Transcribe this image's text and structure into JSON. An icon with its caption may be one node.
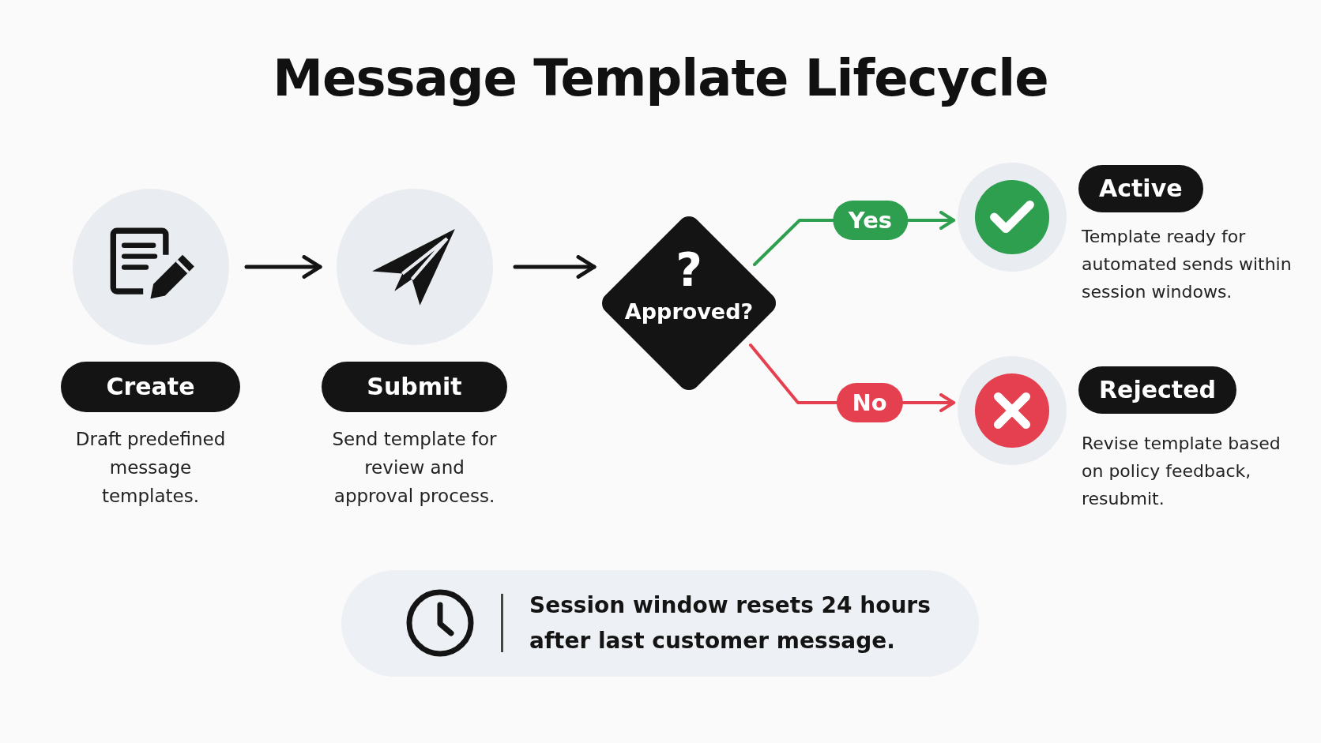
{
  "diagram": {
    "title": "Message Template Lifecycle",
    "nodes": [
      {
        "text": [
          "Create",
          "Draft predefined message templates."
        ]
      },
      {
        "text": [
          "Submit",
          "Send template for review and approval process."
        ]
      },
      {
        "text": [
          "?",
          "Approved?"
        ]
      },
      {
        "text": [
          "Active",
          "Template ready for automated sends within session windows."
        ]
      },
      {
        "text": [
          "Rejected",
          "Revise template based on policy feedback, resubmit."
        ]
      },
      {
        "text": [
          "Session window resets 24 hours after last customer message."
        ]
      }
    ],
    "edges": [
      {
        "from": 0,
        "to": 1,
        "arrow": "to"
      },
      {
        "from": 1,
        "to": 2,
        "arrow": "to"
      },
      {
        "from": 2,
        "to": 3,
        "arrow": "to",
        "label": "Yes",
        "color": "#2e9e4f"
      },
      {
        "from": 2,
        "to": 4,
        "arrow": "to",
        "label": "No",
        "color": "#e5404f"
      }
    ]
  }
}
